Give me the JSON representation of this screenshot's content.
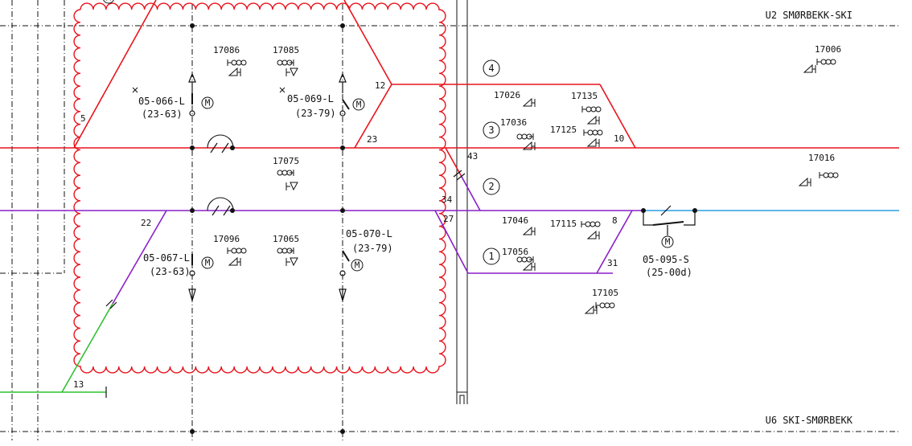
{
  "colors": {
    "red": "#e8131c",
    "purple": "#8a1fc8",
    "blue": "#2a9de4",
    "green": "#2fc02f",
    "ink": "#111111",
    "background": "#ffffff"
  },
  "lines": {
    "top_label": "U2 SMØRBEKK-SKI",
    "bottom_label": "U6 SKI-SMØRBEKK"
  },
  "track_numbers": [
    "1",
    "2",
    "3",
    "4"
  ],
  "switches": [
    {
      "id": "05-066-L",
      "range": "(23-63)"
    },
    {
      "id": "05-069-L",
      "range": "(23-79)"
    },
    {
      "id": "05-067-L",
      "range": "(23-63)"
    },
    {
      "id": "05-070-L",
      "range": "(23-79)"
    },
    {
      "id": "05-095-S",
      "range": "(25-00d)"
    }
  ],
  "signals": [
    "17086",
    "17085",
    "17075",
    "17096",
    "17065",
    "17026",
    "17036",
    "17135",
    "17125",
    "17046",
    "17056",
    "17115",
    "17105",
    "17006",
    "17016"
  ],
  "point_numbers": [
    "5",
    "12",
    "23",
    "43",
    "34",
    "27",
    "22",
    "13",
    "10",
    "8",
    "31"
  ],
  "symbol": "M"
}
